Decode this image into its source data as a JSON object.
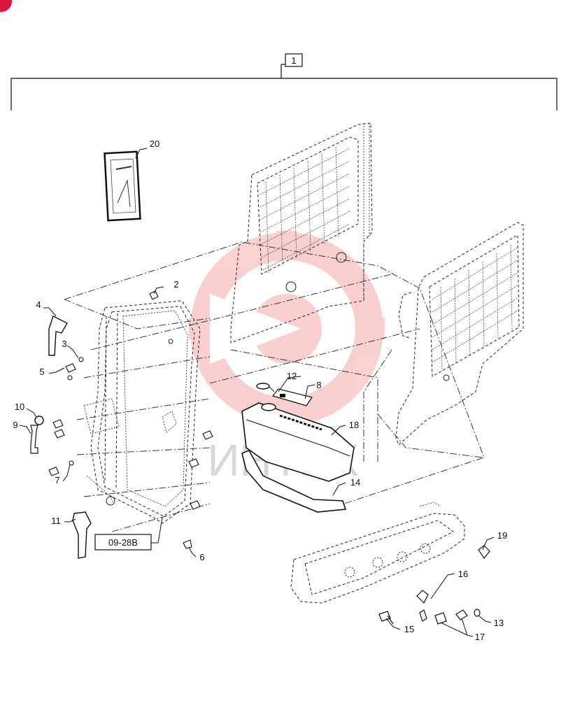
{
  "diagram": {
    "assembly_number": "1",
    "reference_label": "09-28B",
    "watermark_text": "ИНТЕХ",
    "watermark_color": "#e8302a",
    "corner_badge_color": "#d9183b",
    "callouts": {
      "c2": "2",
      "c3": "3",
      "c4": "4",
      "c5": "5",
      "c6": "6",
      "c7": "7",
      "c8": "8",
      "c9": "9",
      "c10": "10",
      "c11": "11",
      "c12": "12",
      "c13": "13",
      "c14": "14",
      "c15": "15",
      "c16": "16",
      "c17": "17",
      "c18": "18",
      "c19": "19",
      "c20": "20"
    }
  }
}
